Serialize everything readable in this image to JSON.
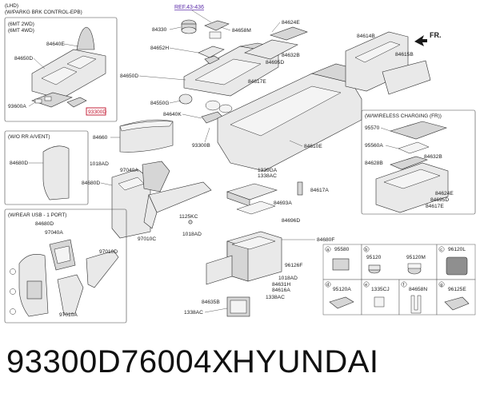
{
  "header": {
    "line1": "(LHD)",
    "line2": "(W/PARKG BRK CONTROL-EPB)",
    "ref": "REF.43-436",
    "direction": "FR."
  },
  "insets": {
    "mt": {
      "line1": "(6MT 2WD)",
      "line2": "(6MT 4WD)"
    },
    "no_vent": "(W/O RR A/VENT)",
    "usb": "(W/REAR USB - 1 PORT)",
    "wireless": "(W/WIRELESS CHARGING (FR))"
  },
  "labels": {
    "p84640E": "84640E",
    "p84650D_a": "84650D",
    "p93600A": "93600A",
    "p93300_hl": "93300D",
    "p84330": "84330",
    "p84658M": "84658M",
    "p84624E_top": "84624E",
    "p84652H": "84652H",
    "p84632B": "84632B",
    "p84695D": "84695D",
    "p84617E_mid": "84617E",
    "p84650D_b": "84650D",
    "p84550G": "84550G",
    "p84640K": "84640K",
    "p84614B": "84614B",
    "p84615B": "84615B",
    "p84660": "84660",
    "p93300B": "93300B",
    "p84610E": "84610E",
    "p1018AD_a": "1018AD",
    "p97040A_a": "97040A",
    "p84680D_a": "84680D",
    "p84680D_b": "84680D",
    "p1339GA": "1339GA",
    "p1338AC_a": "1338AC",
    "p84617A": "84617A",
    "p84693A": "84693A",
    "p1125KC": "1125KC",
    "p84696D": "84696D",
    "p97010C": "97010C",
    "p1018AD_b": "1018AD",
    "p84680D_c": "84680D",
    "p97040A_b": "97040A",
    "p97010D": "97010D",
    "p97010A": "97010A",
    "p84680F": "84680F",
    "p96126F": "96126F",
    "p1018AD_c": "1018AD",
    "p84631H": "84631H",
    "p84616A": "84616A",
    "p1338AC_b": "1338AC",
    "p84635B": "84635B",
    "p1338AC_c": "1338AC",
    "p95570": "95570",
    "p95560A": "95560A",
    "p84628B": "84628B",
    "p84632B_w": "84632B",
    "p84624E_w": "84624E",
    "p84695D_w": "84695D",
    "p84617E_w": "84617E"
  },
  "grid": {
    "a": {
      "letter": "a",
      "part": "95580"
    },
    "b": {
      "letter": "b",
      "part1": "95120",
      "part2": "95120M"
    },
    "c": {
      "letter": "c",
      "part": "96120L"
    },
    "d": {
      "letter": "d",
      "part": "95120A"
    },
    "e": {
      "letter": "e",
      "part": "1335CJ"
    },
    "f": {
      "letter": "f",
      "part": "84658N"
    },
    "g": {
      "letter": "g",
      "part": "96125E"
    }
  },
  "caption": {
    "part_number": "93300D76004X",
    "brand": "HYUNDAI"
  }
}
